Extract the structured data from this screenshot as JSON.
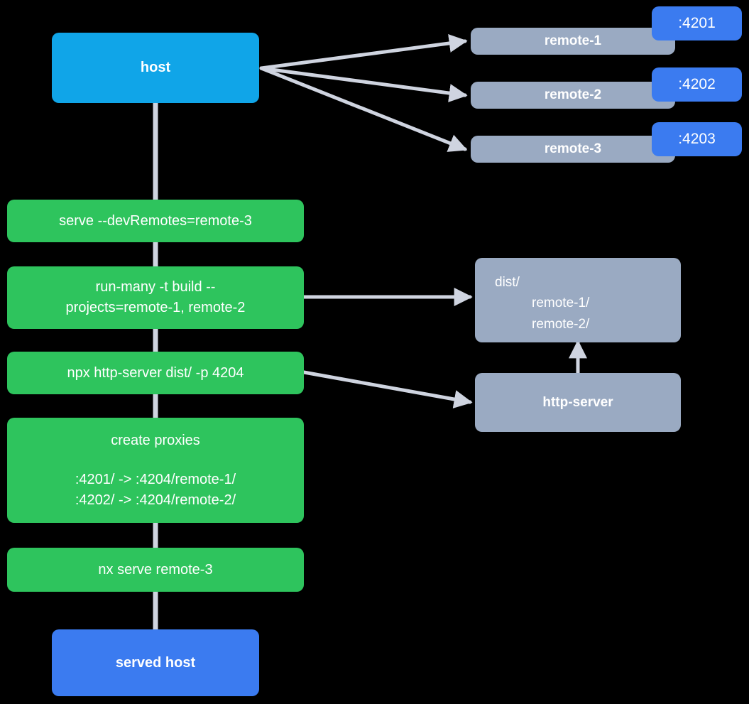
{
  "diagram": {
    "title": "host and remotes serve pipeline",
    "background": "#000000",
    "colors": {
      "host": "#10a5e8",
      "served_host": "#3b7bf0",
      "command": "#2ec45d",
      "remote": "#9aaac2",
      "port_badge": "#3b7bf0",
      "edge": "#cfd4e0",
      "text": "#ffffff"
    }
  },
  "nodes": {
    "host": {
      "label": "host"
    },
    "served_host": {
      "label": "served host"
    },
    "remotes": [
      {
        "label": "remote-1",
        "port": ":4201"
      },
      {
        "label": "remote-2",
        "port": ":4202"
      },
      {
        "label": "remote-3",
        "port": ":4203"
      }
    ],
    "commands": [
      {
        "id": "serve",
        "lines": [
          "serve --devRemotes=remote-3"
        ]
      },
      {
        "id": "run-many",
        "lines": [
          "run-many -t build --",
          "projects=remote-1, remote-2"
        ]
      },
      {
        "id": "npx-http-server",
        "lines": [
          "npx http-server dist/ -p 4204"
        ]
      },
      {
        "id": "create-proxies",
        "title": "create proxies",
        "lines": [
          ":4201/ -> :4204/remote-1/",
          ":4202/ -> :4204/remote-2/"
        ]
      },
      {
        "id": "nx-serve",
        "lines": [
          "nx serve remote-3"
        ]
      }
    ],
    "dist": {
      "root": "dist/",
      "children": [
        "remote-1/",
        "remote-2/"
      ]
    },
    "http_server": {
      "label": "http-server"
    }
  },
  "edges": [
    {
      "from": "host",
      "to": "remote-1",
      "arrow": true
    },
    {
      "from": "host",
      "to": "remote-2",
      "arrow": true
    },
    {
      "from": "host",
      "to": "remote-3",
      "arrow": true
    },
    {
      "from": "host",
      "to": "served-host-chain",
      "arrow": false
    },
    {
      "from": "run-many",
      "to": "dist",
      "arrow": true
    },
    {
      "from": "npx-http-server",
      "to": "http-server",
      "arrow": true
    },
    {
      "from": "http-server",
      "to": "dist",
      "arrow": true
    }
  ]
}
